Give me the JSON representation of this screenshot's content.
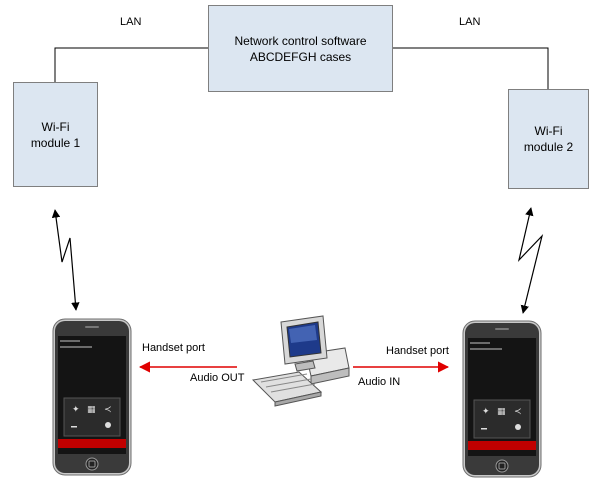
{
  "software": {
    "line1": "Network control software",
    "line2": "ABCDEFGH cases"
  },
  "wifi_module_1": {
    "line1": "Wi-Fi",
    "line2": "module 1"
  },
  "wifi_module_2": {
    "line1": "Wi-Fi",
    "line2": "module 2"
  },
  "links": {
    "lan_left": "LAN",
    "lan_right": "LAN"
  },
  "left_side": {
    "handset_port": "Handset port",
    "audio": "Audio OUT"
  },
  "right_side": {
    "handset_port": "Handset port",
    "audio": "Audio IN"
  },
  "colors": {
    "box_fill": "#dce6f1",
    "box_border": "#7f7f7f",
    "arrow_red": "#e00000",
    "phone_call_bar": "#c00000"
  },
  "icons": {
    "phone": "smartphone-icon",
    "computer": "desktop-computer-icon",
    "wireless": "wireless-link-icon"
  }
}
